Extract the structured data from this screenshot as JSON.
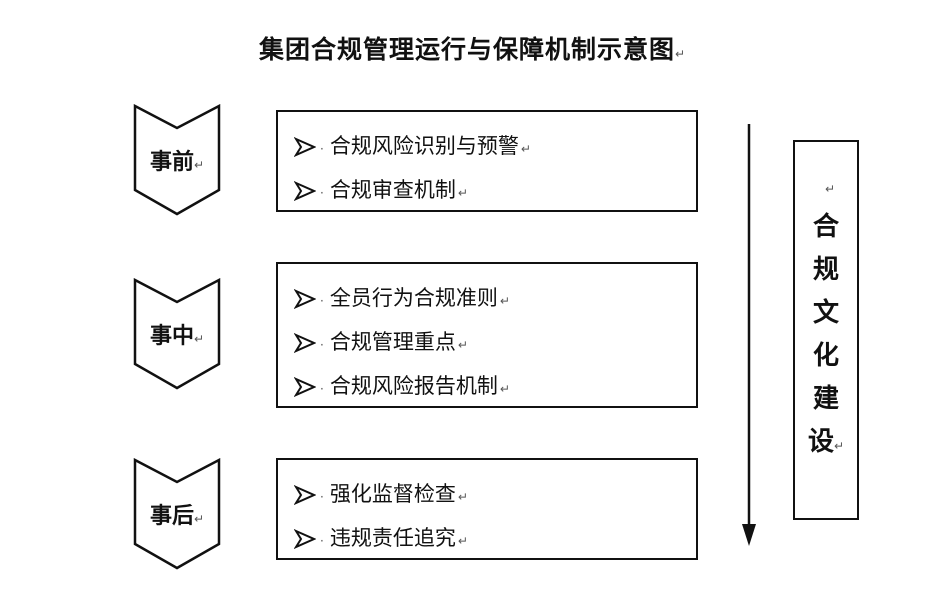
{
  "title": "集团合规管理运行与保障机制示意图",
  "paragraph_mark": "↵",
  "bullet_glyph": "➢",
  "bullet_dot": "·",
  "stages": [
    {
      "label": "事前",
      "items": [
        "合规风险识别与预警",
        "合规审查机制"
      ]
    },
    {
      "label": "事中",
      "items": [
        "全员行为合规准则",
        "合规管理重点",
        "合规风险报告机制"
      ]
    },
    {
      "label": "事后",
      "items": [
        "强化监督检查",
        "违规责任追究"
      ]
    }
  ],
  "culture": {
    "chars": [
      "合",
      "规",
      "文",
      "化",
      "建",
      "设"
    ]
  },
  "colors": {
    "line": "#111111",
    "background": "#ffffff"
  }
}
